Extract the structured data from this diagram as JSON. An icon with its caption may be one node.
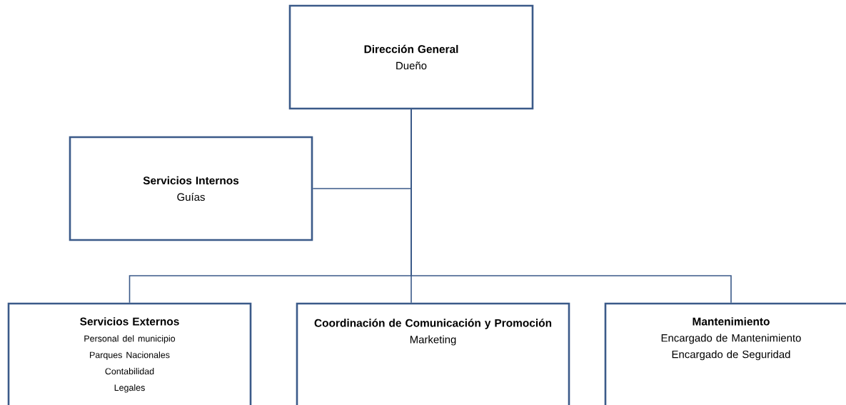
{
  "diagram": {
    "nodes": [
      {
        "text": [
          "Dirección General",
          "Dueño"
        ]
      },
      {
        "text": [
          "Servicios Internos",
          "Guías"
        ]
      },
      {
        "text": [
          "Servicios Externos",
          "Personal del municipio",
          "Parques Nacionales",
          "Contabilidad",
          "Legales"
        ]
      },
      {
        "text": [
          "Coordinación de Comunicación y Promoción",
          "Marketing"
        ]
      },
      {
        "text": [
          "Mantenimiento",
          "Encargado de Mantenimiento",
          "Encargado de Seguridad"
        ]
      }
    ],
    "edges": [
      {
        "from": 0,
        "to": 1,
        "arrow": "none"
      },
      {
        "from": 0,
        "to": 2,
        "arrow": "none"
      },
      {
        "from": 0,
        "to": 3,
        "arrow": "none"
      },
      {
        "from": 0,
        "to": 4,
        "arrow": "none"
      }
    ]
  }
}
